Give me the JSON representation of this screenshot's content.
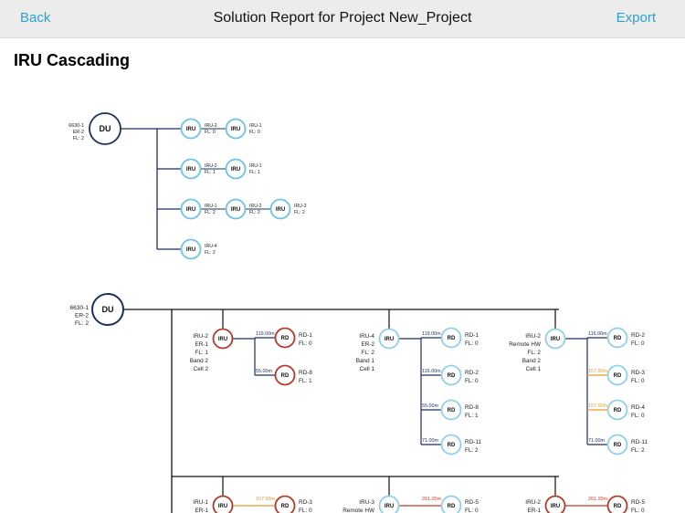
{
  "header": {
    "back_label": "Back",
    "title": "Solution Report for Project New_Project",
    "export_label": "Export"
  },
  "section": {
    "title": "IRU Cascading"
  },
  "colors": {
    "accent": "#2aa0d6",
    "iru_ring": "#6cc3e6",
    "rd_red": "#b33a2a",
    "rd_light": "#8fd0ea",
    "line_navy": "#1f2f5e",
    "dist_orange": "#e39a2b",
    "dist_red": "#d9362b",
    "dist_navy": "#1f2f5e"
  },
  "diagram1": {
    "du": {
      "label": "DU",
      "info": [
        "6630-1",
        "ER-2",
        "FL: 2"
      ]
    },
    "rows": [
      [
        {
          "label": "IRU",
          "info": [
            "IRU-2",
            "FL: 0"
          ]
        },
        {
          "label": "IRU",
          "info": [
            "IRU-1",
            "FL: 0"
          ]
        }
      ],
      [
        {
          "label": "IRU",
          "info": [
            "IRU-2",
            "FL: 1"
          ]
        },
        {
          "label": "IRU",
          "info": [
            "IRU-1",
            "FL: 1"
          ]
        }
      ],
      [
        {
          "label": "IRU",
          "info": [
            "IRU-1",
            "FL: 2"
          ]
        },
        {
          "label": "IRU",
          "info": [
            "IRU-2",
            "FL: 2"
          ]
        },
        {
          "label": "IRU",
          "info": [
            "IRU-3",
            "FL: 2"
          ]
        }
      ],
      [
        {
          "label": "IRU",
          "info": [
            "IRU-4",
            "FL: 2"
          ]
        }
      ]
    ]
  },
  "diagram2": {
    "du": {
      "label": "DU",
      "info": [
        "6630-1",
        "ER-2",
        "FL: 2"
      ]
    },
    "groups": [
      {
        "iru": {
          "label": "IRU",
          "ring": "red",
          "info": [
            "IRU-2",
            "ER-1",
            "FL: 1",
            "Band 2",
            "Cell 2"
          ]
        },
        "rds": [
          {
            "label": "RD",
            "ring": "red",
            "distance": "119.00m",
            "dist_color": "navy",
            "info": [
              "RD-1",
              "FL: 0"
            ]
          },
          {
            "label": "RD",
            "ring": "red",
            "distance": "55.00m",
            "dist_color": "navy",
            "info": [
              "RD-8",
              "FL: 1"
            ]
          }
        ]
      },
      {
        "iru": {
          "label": "IRU",
          "ring": "light",
          "info": [
            "IRU-4",
            "ER-2",
            "FL: 2",
            "Band 1",
            "Cell 1"
          ]
        },
        "rds": [
          {
            "label": "RD",
            "ring": "light",
            "distance": "119.00m",
            "dist_color": "navy",
            "info": [
              "RD-1",
              "FL: 0"
            ]
          },
          {
            "label": "RD",
            "ring": "light",
            "distance": "116.00m",
            "dist_color": "navy",
            "info": [
              "RD-2",
              "FL: 0"
            ]
          },
          {
            "label": "RD",
            "ring": "light",
            "distance": "55.00m",
            "dist_color": "navy",
            "info": [
              "RD-8",
              "FL: 1"
            ]
          },
          {
            "label": "RD",
            "ring": "light",
            "distance": "71.00m",
            "dist_color": "navy",
            "info": [
              "RD-11",
              "FL: 2"
            ]
          }
        ]
      },
      {
        "iru": {
          "label": "IRU",
          "ring": "light",
          "info": [
            "IRU-2",
            "Remote HW",
            "FL: 2",
            "Band 2",
            "Cell 1"
          ]
        },
        "rds": [
          {
            "label": "RD",
            "ring": "light",
            "distance": "116.00m",
            "dist_color": "navy",
            "info": [
              "RD-2",
              "FL: 0"
            ]
          },
          {
            "label": "RD",
            "ring": "light",
            "distance": "157.00m",
            "dist_color": "orange",
            "info": [
              "RD-3",
              "FL: 0"
            ]
          },
          {
            "label": "RD",
            "ring": "light",
            "distance": "157.00m",
            "dist_color": "orange",
            "info": [
              "RD-4",
              "FL: 0"
            ]
          },
          {
            "label": "RD",
            "ring": "light",
            "distance": "71.00m",
            "dist_color": "navy",
            "info": [
              "RD-11",
              "FL: 2"
            ]
          }
        ]
      }
    ],
    "groups_bottom": [
      {
        "iru": {
          "label": "IRU",
          "ring": "red",
          "info": [
            "IRU-1",
            "ER-1"
          ]
        },
        "rds": [
          {
            "label": "RD",
            "ring": "red",
            "distance": "157.00m",
            "dist_color": "orange",
            "info": [
              "RD-3",
              "FL: 0"
            ]
          }
        ]
      },
      {
        "iru": {
          "label": "IRU",
          "ring": "light",
          "info": [
            "IRU-3",
            "Remote HW"
          ]
        },
        "rds": [
          {
            "label": "RD",
            "ring": "light",
            "distance": "261.00m",
            "dist_color": "red",
            "info": [
              "RD-5",
              "FL: 0"
            ]
          }
        ]
      },
      {
        "iru": {
          "label": "IRU",
          "ring": "red",
          "info": [
            "IRU-2",
            "ER-1"
          ]
        },
        "rds": [
          {
            "label": "RD",
            "ring": "red",
            "distance": "261.00m",
            "dist_color": "red",
            "info": [
              "RD-5",
              "FL: 0"
            ]
          }
        ]
      }
    ]
  }
}
